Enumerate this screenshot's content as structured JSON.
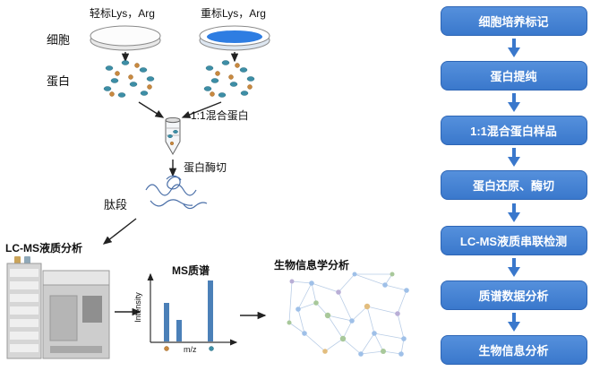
{
  "diagram": {
    "dish_light_label": "轻标Lys，Arg",
    "dish_heavy_label": "重标Lys，Arg",
    "cells_label": "细胞",
    "protein_label": "蛋白",
    "mix_label": "1:1混合蛋白",
    "digest_label": "蛋白酶切",
    "peptide_label": "肽段",
    "lcms_label": "LC-MS液质分析",
    "bioinfo_label": "生物信息学分析"
  },
  "chart_data": {
    "type": "bar",
    "title": "MS质谱",
    "xlabel": "m/z",
    "ylabel": "Intensity",
    "xlim": [
      0,
      100
    ],
    "ylim": [
      0,
      100
    ],
    "peaks": [
      {
        "mz": 15,
        "intensity": 58
      },
      {
        "mz": 30,
        "intensity": 33
      },
      {
        "mz": 68,
        "intensity": 92
      }
    ]
  },
  "flowchart": {
    "steps": [
      {
        "label": "细胞培养标记"
      },
      {
        "label": "蛋白提纯"
      },
      {
        "label": "1:1混合蛋白样品"
      },
      {
        "label": "蛋白还原、酶切"
      },
      {
        "label": "LC-MS液质串联检测"
      },
      {
        "label": "质谱数据分析"
      },
      {
        "label": "生物信息分析"
      }
    ]
  },
  "colors": {
    "flow_box": "#3a78cc",
    "flow_box_light": "#5590dc",
    "bar": "#4b80b8",
    "protein_teal": "#3d8ea6",
    "protein_orange": "#c9893f",
    "dish_liquid": "#2e7de2"
  }
}
